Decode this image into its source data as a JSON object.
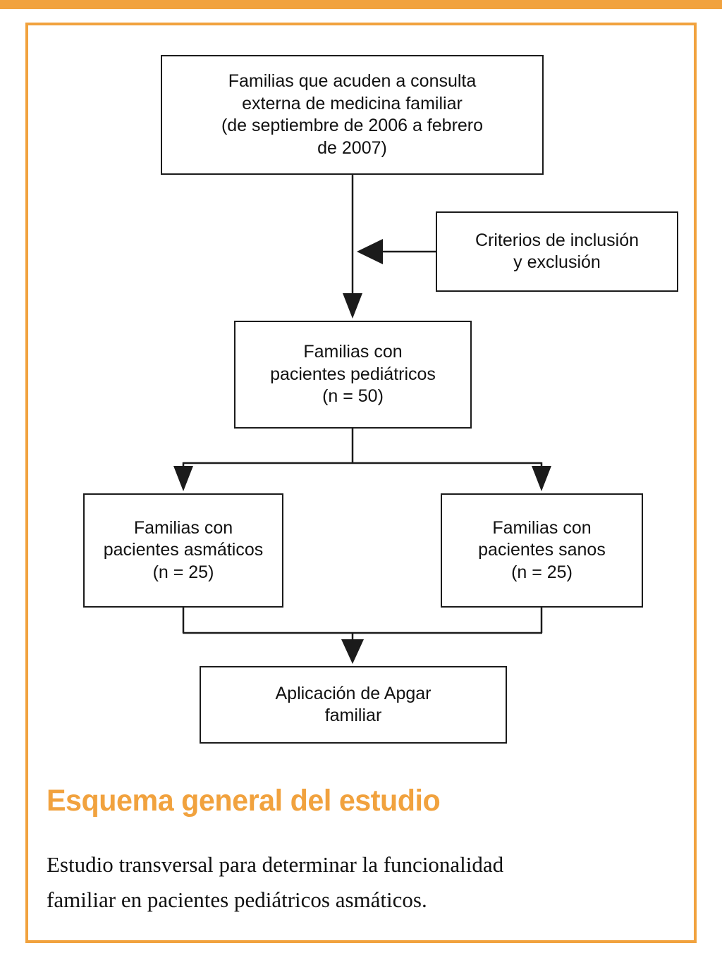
{
  "figure": {
    "accent_color": "#F1A23E",
    "line_color": "#1b1b1b",
    "title": "Esquema general del estudio",
    "caption": [
      "Estudio transversal para determinar la funcionalidad",
      "familiar en pacientes pediátricos asmáticos."
    ]
  },
  "flowchart": {
    "boxes": {
      "population": [
        "Familias que acuden a consulta",
        "externa de medicina familiar",
        "(de septiembre de 2006 a febrero",
        "de 2007)"
      ],
      "criteria": [
        "Criterios de inclusión",
        "y exclusión"
      ],
      "pediatric": [
        "Familias con",
        "pacientes pediátricos",
        "(n = 50)"
      ],
      "asthmatic": [
        "Familias con",
        "pacientes asmáticos",
        "(n = 25)"
      ],
      "healthy": [
        "Familias con",
        "pacientes sanos",
        "(n = 25)"
      ],
      "apgar": [
        "Aplicación de Apgar",
        "familiar"
      ]
    }
  }
}
